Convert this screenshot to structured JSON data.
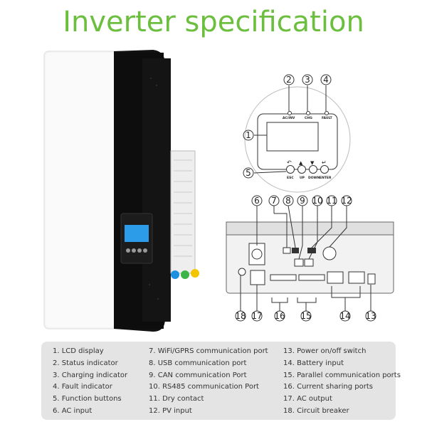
{
  "title": "Inverter specification",
  "panel": {
    "indicators": [
      "AC/INV",
      "CHG",
      "FAULT"
    ],
    "buttons": [
      "ESC",
      "UP",
      "DOWN",
      "ENTER"
    ]
  },
  "callouts": [
    "1",
    "2",
    "3",
    "4",
    "5",
    "6",
    "7",
    "8",
    "9",
    "10",
    "11",
    "12",
    "13",
    "14",
    "15",
    "16",
    "17",
    "18"
  ],
  "legend": {
    "col1": [
      "1. LCD display",
      "2. Status indicator",
      "3. Charging indicator",
      "4. Fault indicator",
      "5. Function buttons",
      "6. AC input"
    ],
    "col2": [
      "7. WiFi/GPRS communication port",
      "8. USB communication port",
      "9. CAN communication Port",
      "10. RS485 communication Port",
      "11. Dry contact",
      "12. PV input"
    ],
    "col3": [
      "13. Power on/off switch",
      "14. Battery input",
      "15. Parallel communication ports",
      "16. Current sharing ports",
      "17. AC output",
      "18. Circuit breaker"
    ]
  },
  "colors": {
    "title": "#6cbf3e",
    "legend_bg": "#e4e4e4"
  }
}
